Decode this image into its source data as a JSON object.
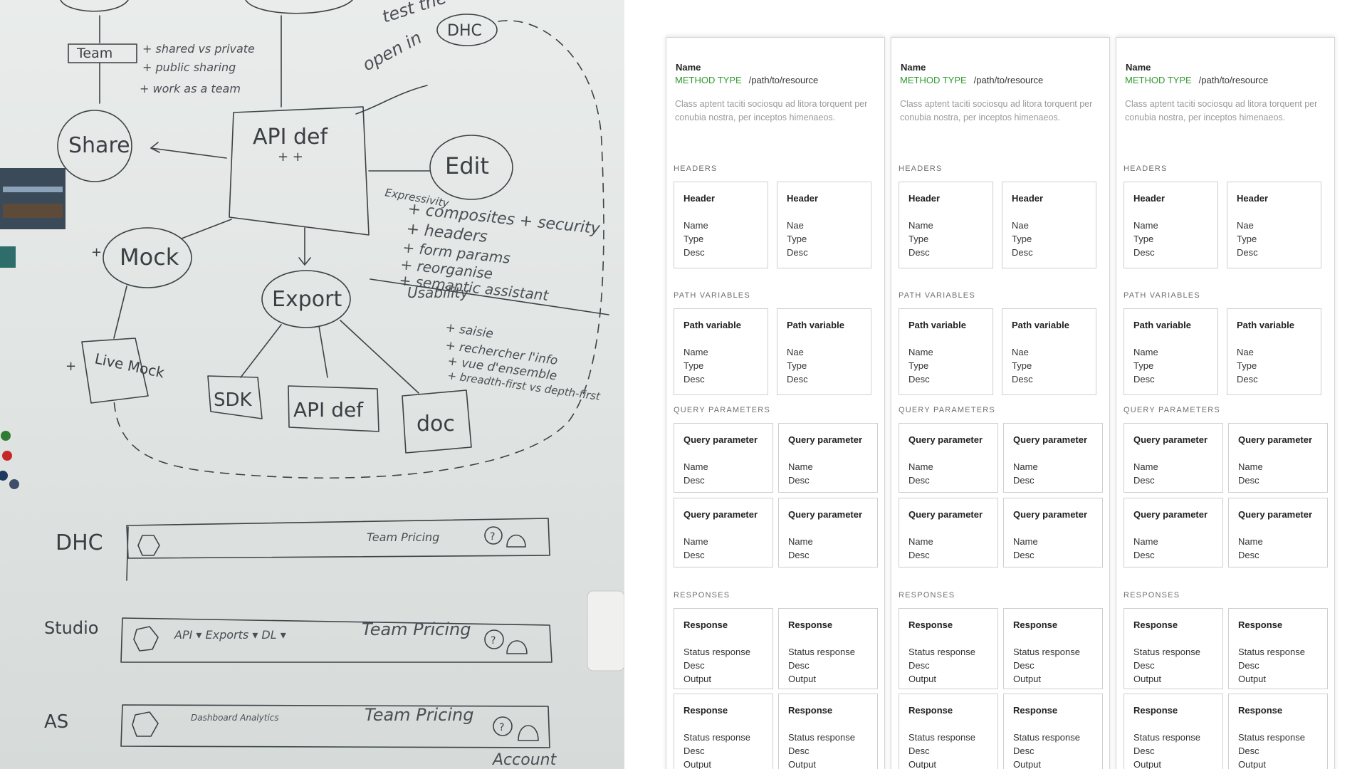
{
  "whiteboard": {
    "nodes": {
      "team": "Team",
      "share": "Share",
      "api_def": "API def",
      "api_def_sub": "+ +",
      "edit": "Edit",
      "mock": "Mock",
      "export": "Export",
      "live_mock": "Live Mock",
      "sdk": "SDK",
      "api_def_export": "API def",
      "doc": "doc",
      "test_in": "test the",
      "open_in": "open in",
      "dhc_circle": "DHC"
    },
    "team_notes": [
      "+ shared vs private",
      "+ public sharing",
      "+ work as a team"
    ],
    "edit_notes": [
      "Expressivity",
      "+ composites + security",
      "+ headers",
      "+ form params",
      "+ reorganise",
      "+ semantic assistant"
    ],
    "usability_title": "Usability",
    "usability_notes": [
      "+ saisie",
      "+ rechercher l'info",
      "+ vue d'ensemble",
      "+ breadth-first vs depth-first"
    ],
    "bars": [
      {
        "label": "DHC",
        "content": "",
        "right": "Team Pricing"
      },
      {
        "label": "Studio",
        "content": "API ▾  Exports ▾  DL ▾",
        "right": "Team Pricing"
      },
      {
        "label": "AS",
        "content": "Dashboard  Analytics",
        "right": "Team Pricing",
        "extra": "Account"
      }
    ],
    "plus_marks": [
      "+",
      "+",
      "+"
    ]
  },
  "columns": [
    {
      "endpoint": {
        "name": "Name",
        "method": "METHOD TYPE",
        "path": "/path/to/resource",
        "description": "Class aptent taciti sociosqu ad litora torquent per conubia nostra, per inceptos himenaeos."
      },
      "headers": {
        "title": "HEADERS",
        "cards": [
          {
            "title": "Header",
            "lines": [
              "Name",
              "Type",
              "Desc"
            ]
          },
          {
            "title": "Header",
            "lines": [
              "Nae",
              "Type",
              "Desc"
            ]
          }
        ]
      },
      "path_variables": {
        "title": "PATH VARIABLES",
        "cards": [
          {
            "title": "Path variable",
            "lines": [
              "Name",
              "Type",
              "Desc"
            ]
          },
          {
            "title": "Path variable",
            "lines": [
              "Nae",
              "Type",
              "Desc"
            ]
          }
        ]
      },
      "query_parameters": {
        "title": "QUERY PARAMETERS",
        "cards": [
          {
            "title": "Query parameter",
            "lines": [
              "Name",
              "Desc"
            ]
          },
          {
            "title": "Query parameter",
            "lines": [
              "Name",
              "Desc"
            ]
          },
          {
            "title": "Query parameter",
            "lines": [
              "Name",
              "Desc"
            ]
          },
          {
            "title": "Query parameter",
            "lines": [
              "Name",
              "Desc"
            ]
          }
        ]
      },
      "responses": {
        "title": "RESPONSES",
        "cards": [
          {
            "title": "Response",
            "lines": [
              "Status response",
              "Desc",
              "Output"
            ]
          },
          {
            "title": "Response",
            "lines": [
              "Status response",
              "Desc",
              "Output"
            ]
          },
          {
            "title": "Response",
            "lines": [
              "Status response",
              "Desc",
              "Output"
            ]
          },
          {
            "title": "Response",
            "lines": [
              "Status response",
              "Desc",
              "Output"
            ]
          }
        ]
      }
    },
    {
      "endpoint": {
        "name": "Name",
        "method": "METHOD TYPE",
        "path": "/path/to/resource",
        "description": "Class aptent taciti sociosqu ad litora torquent per conubia nostra, per inceptos himenaeos."
      },
      "headers": {
        "title": "HEADERS",
        "cards": [
          {
            "title": "Header",
            "lines": [
              "Name",
              "Type",
              "Desc"
            ]
          },
          {
            "title": "Header",
            "lines": [
              "Nae",
              "Type",
              "Desc"
            ]
          }
        ]
      },
      "path_variables": {
        "title": "PATH VARIABLES",
        "cards": [
          {
            "title": "Path variable",
            "lines": [
              "Name",
              "Type",
              "Desc"
            ]
          },
          {
            "title": "Path variable",
            "lines": [
              "Nae",
              "Type",
              "Desc"
            ]
          }
        ]
      },
      "query_parameters": {
        "title": "QUERY PARAMETERS",
        "cards": [
          {
            "title": "Query parameter",
            "lines": [
              "Name",
              "Desc"
            ]
          },
          {
            "title": "Query parameter",
            "lines": [
              "Name",
              "Desc"
            ]
          },
          {
            "title": "Query parameter",
            "lines": [
              "Name",
              "Desc"
            ]
          },
          {
            "title": "Query parameter",
            "lines": [
              "Name",
              "Desc"
            ]
          }
        ]
      },
      "responses": {
        "title": "RESPONSES",
        "cards": [
          {
            "title": "Response",
            "lines": [
              "Status response",
              "Desc",
              "Output"
            ]
          },
          {
            "title": "Response",
            "lines": [
              "Status response",
              "Desc",
              "Output"
            ]
          },
          {
            "title": "Response",
            "lines": [
              "Status response",
              "Desc",
              "Output"
            ]
          },
          {
            "title": "Response",
            "lines": [
              "Status response",
              "Desc",
              "Output"
            ]
          }
        ]
      }
    },
    {
      "endpoint": {
        "name": "Name",
        "method": "METHOD TYPE",
        "path": "/path/to/resource",
        "description": "Class aptent taciti sociosqu ad litora torquent per conubia nostra, per inceptos himenaeos."
      },
      "headers": {
        "title": "HEADERS",
        "cards": [
          {
            "title": "Header",
            "lines": [
              "Name",
              "Type",
              "Desc"
            ]
          },
          {
            "title": "Header",
            "lines": [
              "Nae",
              "Type",
              "Desc"
            ]
          }
        ]
      },
      "path_variables": {
        "title": "PATH VARIABLES",
        "cards": [
          {
            "title": "Path variable",
            "lines": [
              "Name",
              "Type",
              "Desc"
            ]
          },
          {
            "title": "Path variable",
            "lines": [
              "Nae",
              "Type",
              "Desc"
            ]
          }
        ]
      },
      "query_parameters": {
        "title": "QUERY PARAMETERS",
        "cards": [
          {
            "title": "Query parameter",
            "lines": [
              "Name",
              "Desc"
            ]
          },
          {
            "title": "Query parameter",
            "lines": [
              "Name",
              "Desc"
            ]
          },
          {
            "title": "Query parameter",
            "lines": [
              "Name",
              "Desc"
            ]
          },
          {
            "title": "Query parameter",
            "lines": [
              "Name",
              "Desc"
            ]
          }
        ]
      },
      "responses": {
        "title": "RESPONSES",
        "cards": [
          {
            "title": "Response",
            "lines": [
              "Status response",
              "Desc",
              "Output"
            ]
          },
          {
            "title": "Response",
            "lines": [
              "Status response",
              "Desc",
              "Output"
            ]
          },
          {
            "title": "Response",
            "lines": [
              "Status response",
              "Desc",
              "Output"
            ]
          },
          {
            "title": "Response",
            "lines": [
              "Status response",
              "Desc",
              "Output"
            ]
          }
        ]
      }
    }
  ],
  "colors": {
    "method": "#2e9a2e",
    "description": "#9a9a9a",
    "card_border": "#cfcfcf",
    "section_title": "#6f6f6f"
  }
}
